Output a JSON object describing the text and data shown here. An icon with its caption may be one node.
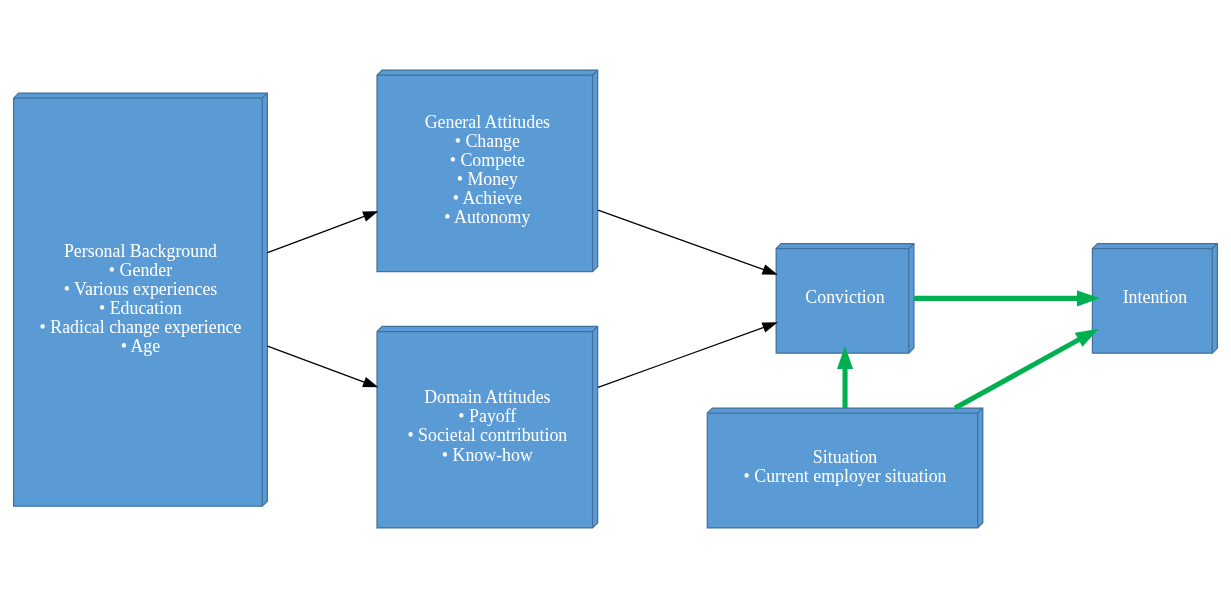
{
  "diagram": {
    "nodes": [
      {
        "text": [
          "Personal Background",
          "• Gender",
          "• Various experiences",
          "• Education",
          "• Radical change experience",
          "• Age"
        ]
      },
      {
        "text": [
          "General Attitudes",
          "• Change",
          "• Compete",
          "• Money",
          "• Achieve",
          "• Autonomy"
        ]
      },
      {
        "text": [
          "Domain Attitudes",
          "• Payoff",
          "• Societal contribution",
          "• Know-how"
        ]
      },
      {
        "text": [
          "Conviction"
        ]
      },
      {
        "text": [
          "Intention"
        ]
      },
      {
        "text": [
          "Situation",
          "• Current employer situation"
        ]
      }
    ],
    "edges": [
      {
        "from": 0,
        "to": 1,
        "arrow": "to"
      },
      {
        "from": 0,
        "to": 2,
        "arrow": "to"
      },
      {
        "from": 1,
        "to": 3,
        "arrow": "to"
      },
      {
        "from": 2,
        "to": 3,
        "arrow": "to"
      },
      {
        "from": 3,
        "to": 4,
        "arrow": "to",
        "style": "thick",
        "color": "#00b050"
      },
      {
        "from": 5,
        "to": 3,
        "arrow": "to",
        "style": "thick",
        "color": "#00b050"
      },
      {
        "from": 5,
        "to": 4,
        "arrow": "to",
        "style": "thick",
        "color": "#00b050"
      }
    ]
  }
}
